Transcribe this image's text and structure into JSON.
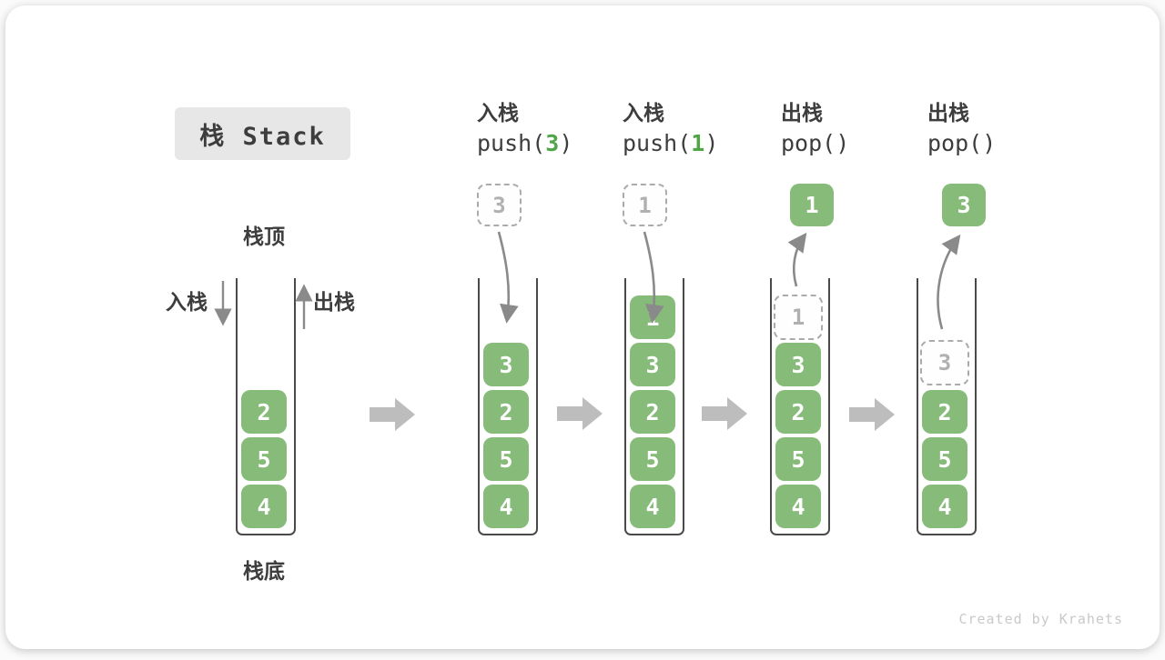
{
  "page": {
    "title": "栈 Stack",
    "watermark": "Created by Krahets"
  },
  "legend": {
    "stack_top": "栈顶",
    "stack_bottom": "栈底",
    "push": "入栈",
    "pop": "出栈"
  },
  "colors": {
    "element_green": "#86BB79",
    "code_arg_green": "#50A548",
    "text_dark": "#3D3D3D",
    "arrow_gray": "#8A8A8A",
    "block_arrow_gray": "#BDBDBD",
    "ghost_gray": "#B0B0B0",
    "title_bg": "#E7E7E7",
    "watermark_gray": "#C9C9C9"
  },
  "stages": [
    {
      "name": "initial-stack",
      "items": [
        "2",
        "5",
        "4"
      ]
    },
    {
      "name": "after-push-3",
      "op_label": "入栈",
      "code_fn": "push(",
      "code_arg": "3",
      "code_close": ")",
      "incoming_value": "3",
      "items": [
        "3",
        "2",
        "5",
        "4"
      ]
    },
    {
      "name": "after-push-1",
      "op_label": "入栈",
      "code_fn": "push(",
      "code_arg": "1",
      "code_close": ")",
      "incoming_value": "1",
      "items": [
        "1",
        "3",
        "2",
        "5",
        "4"
      ]
    },
    {
      "name": "after-pop-1",
      "op_label": "出栈",
      "code_fn": "pop(",
      "code_arg": "",
      "code_close": ")",
      "popped_value": "1",
      "ghost_value": "1",
      "items": [
        "3",
        "2",
        "5",
        "4"
      ]
    },
    {
      "name": "after-pop-3",
      "op_label": "出栈",
      "code_fn": "pop(",
      "code_arg": "",
      "code_close": ")",
      "popped_value": "3",
      "ghost_value": "3",
      "items": [
        "2",
        "5",
        "4"
      ]
    }
  ]
}
